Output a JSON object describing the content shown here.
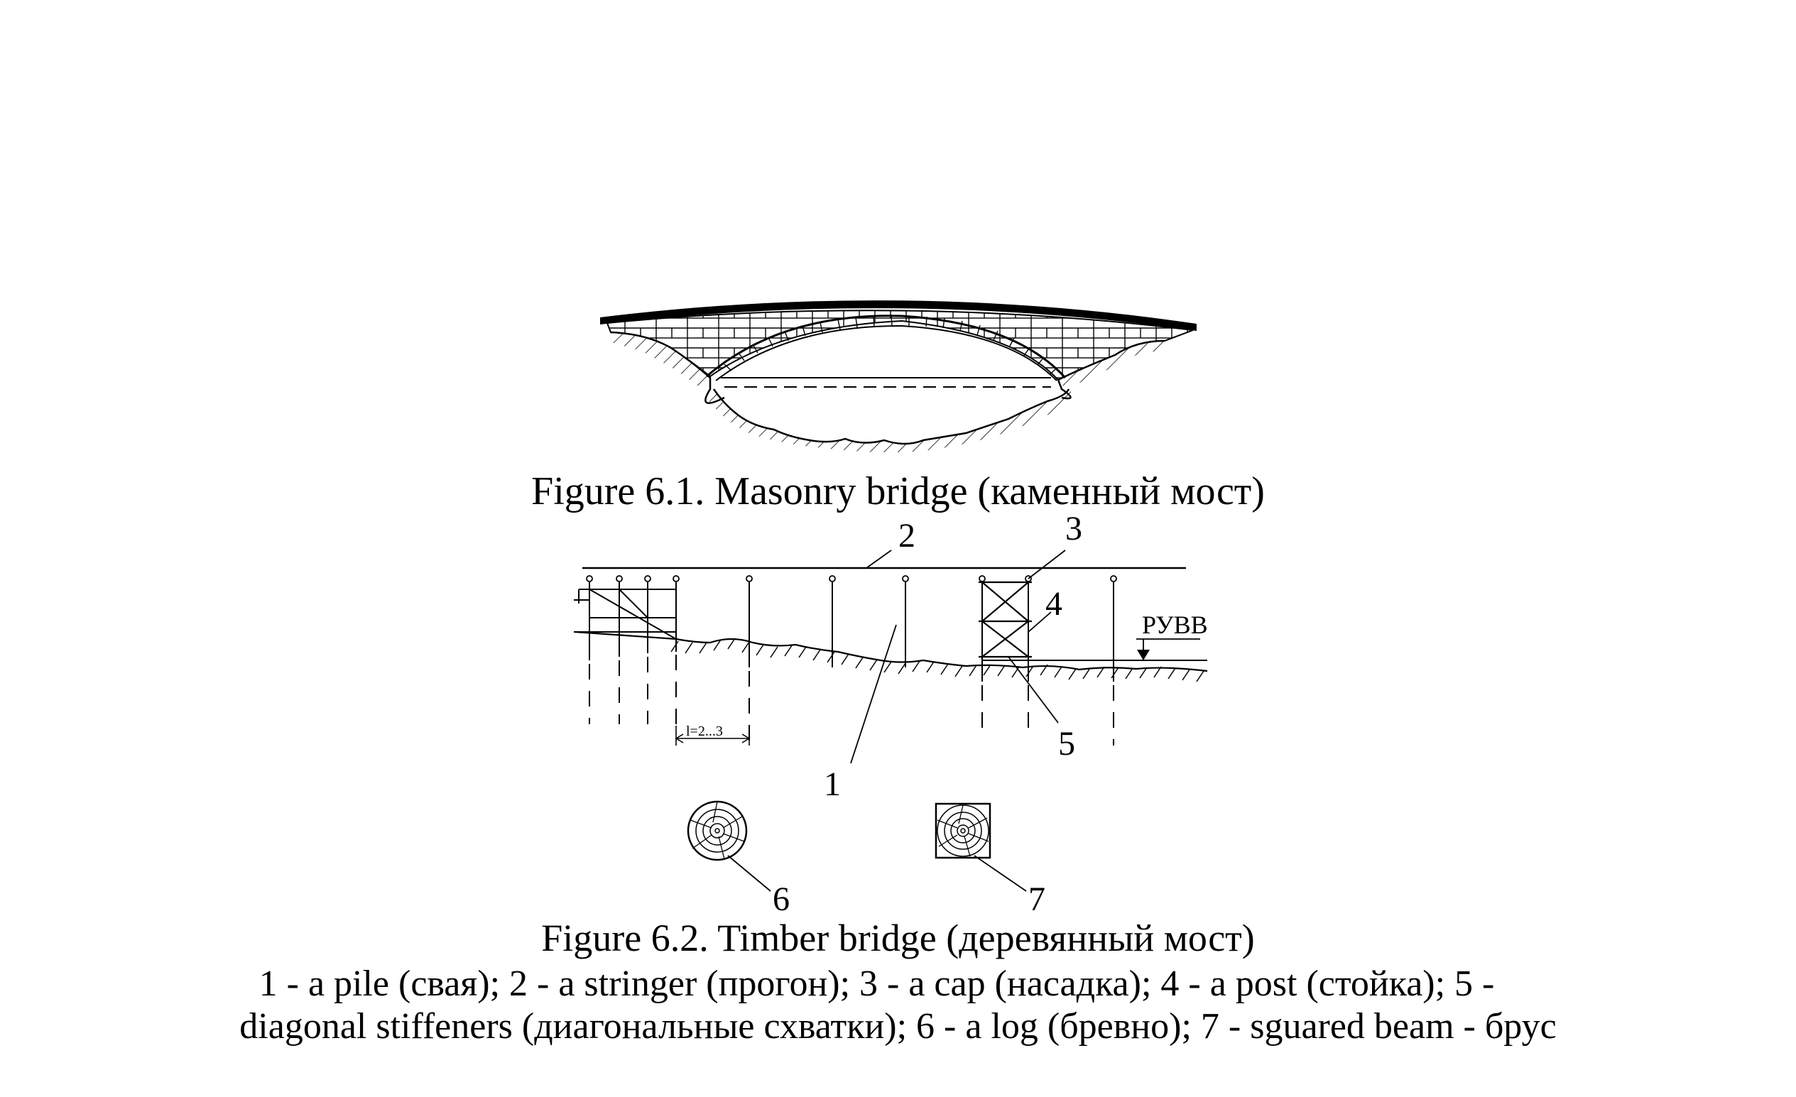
{
  "figure1": {
    "caption": "Figure 6.1. Masonry bridge  (каменный мост)"
  },
  "figure2": {
    "caption": "Figure 6.2. Timber bridge  (деревянный мост)",
    "legend_line1": "1 - a pile (свая); 2 - a stringer (прогон); 3 - a cap (насадка); 4 - a post (стойка); 5 -",
    "legend_line2": "diagonal stiffeners (диагональные схватки); 6 - a log (бревно); 7 - sguared beam  - брус",
    "labels": {
      "pile": "1",
      "stringer": "2",
      "cap": "3",
      "post": "4",
      "stiffeners": "5",
      "log": "6",
      "beam": "7",
      "water_level": "РУВВ",
      "span": "l=2...3"
    }
  }
}
